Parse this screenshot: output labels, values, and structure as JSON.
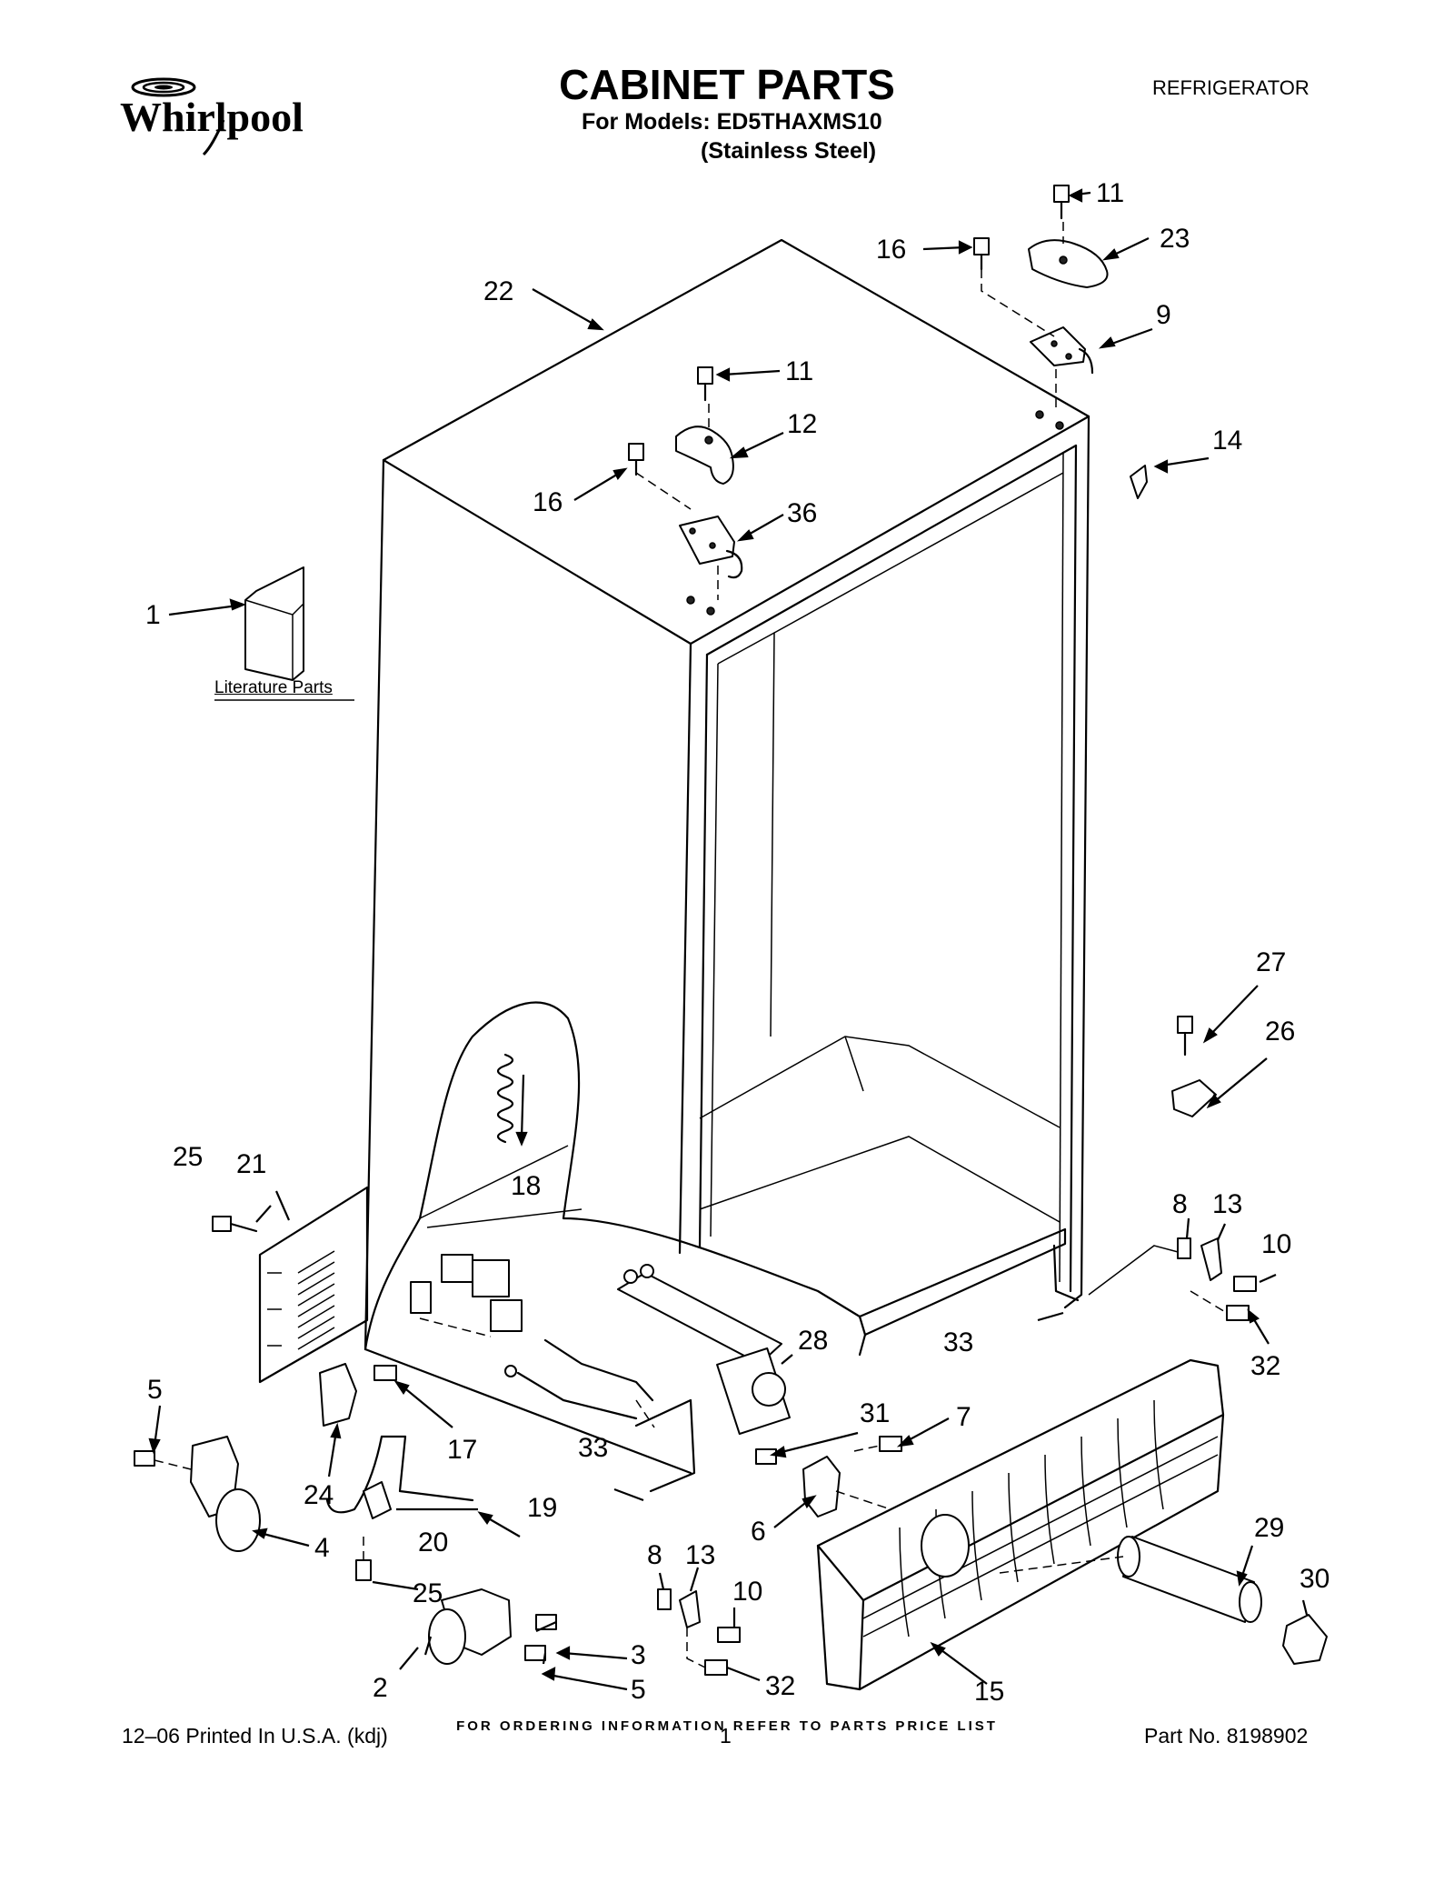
{
  "header": {
    "brand": "Whirlpool",
    "title": "CABINET PARTS",
    "models_line": "For Models: ED5THAXMS10",
    "finish_line": "(Stainless Steel)",
    "product_type": "REFRIGERATOR"
  },
  "diagram": {
    "literature_label": "Literature Parts",
    "callouts": [
      "1",
      "2",
      "3",
      "4",
      "5",
      "5",
      "6",
      "7",
      "8",
      "8",
      "9",
      "10",
      "10",
      "11",
      "11",
      "12",
      "13",
      "13",
      "14",
      "15",
      "16",
      "16",
      "17",
      "18",
      "19",
      "20",
      "21",
      "22",
      "23",
      "24",
      "25",
      "25",
      "26",
      "27",
      "28",
      "29",
      "30",
      "31",
      "32",
      "32",
      "33",
      "33",
      "36"
    ]
  },
  "footer": {
    "ordering_note": "FOR ORDERING INFORMATION REFER TO PARTS PRICE LIST",
    "print_info": "12–06 Printed In U.S.A. (kdj)",
    "page_number": "1",
    "part_number": "Part No. 8198902"
  }
}
